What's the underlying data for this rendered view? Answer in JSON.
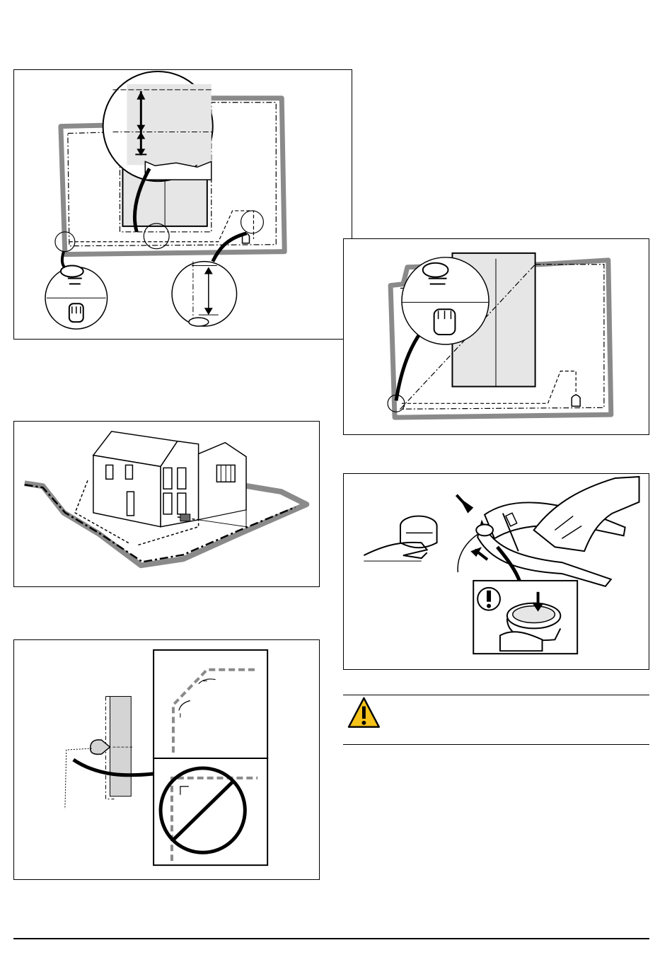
{
  "page": {
    "figures": [
      {
        "id": "fig1",
        "icon": "boundary-wire-distance-diagram"
      },
      {
        "id": "fig2",
        "icon": "wire-connector-layout-diagram"
      },
      {
        "id": "fig3",
        "icon": "house-boundary-wire-illustration"
      },
      {
        "id": "fig4",
        "icon": "pliers-connector-illustration"
      },
      {
        "id": "fig5",
        "icon": "wire-corner-angle-diagram"
      }
    ],
    "warning": {
      "icon": "warning-triangle-icon",
      "text": ""
    },
    "colors": {
      "line": "#000000",
      "hedge": "#8a8a8a",
      "fill": "#e6e6e6",
      "warning": "#f4c21a"
    }
  }
}
